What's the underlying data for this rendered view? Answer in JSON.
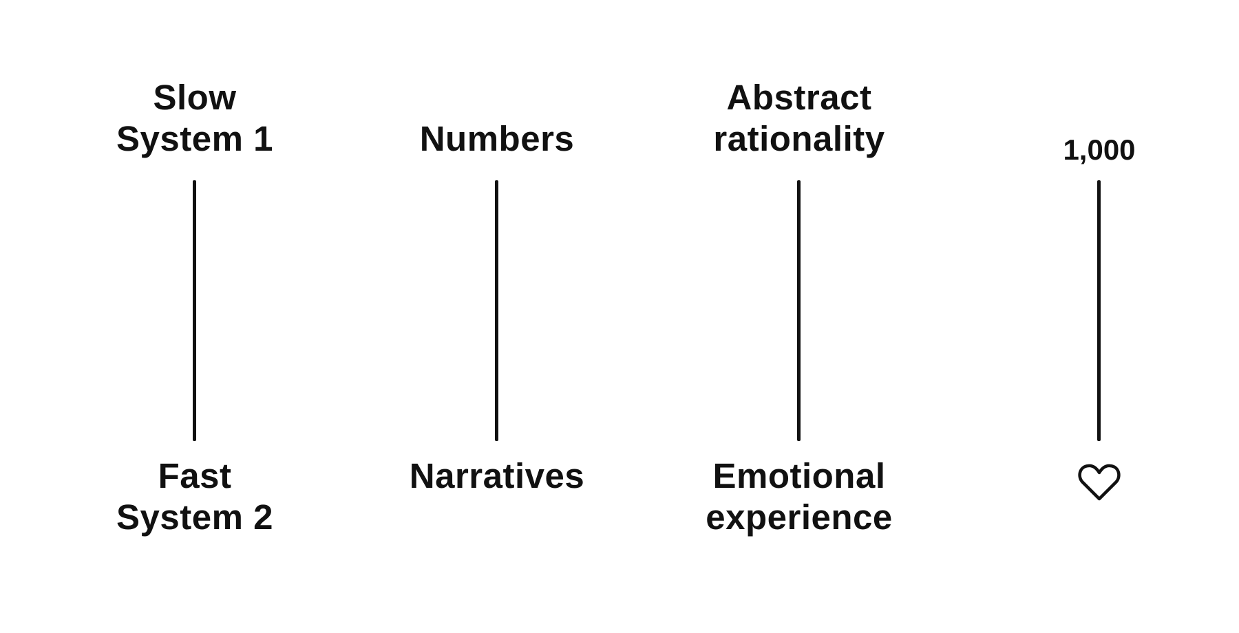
{
  "scales": [
    {
      "top_lines": [
        "Slow",
        "System 1"
      ],
      "bottom_lines": [
        "Fast",
        "System 2"
      ]
    },
    {
      "top_lines": [
        "Numbers"
      ],
      "bottom_lines": [
        "Narratives"
      ]
    },
    {
      "top_lines": [
        "Abstract",
        "rationality"
      ],
      "bottom_lines": [
        "Emotional",
        "experience"
      ]
    },
    {
      "top_number": "1,000",
      "bottom_icon": "heart-icon"
    }
  ],
  "colors": {
    "ink": "#111111",
    "background": "#ffffff"
  }
}
